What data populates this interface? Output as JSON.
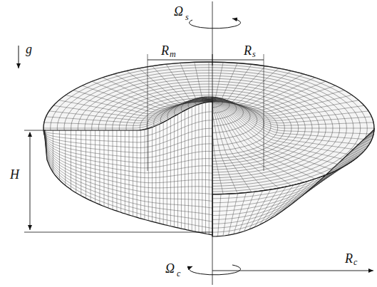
{
  "diagram": {
    "labels": [
      "Ω",
      "s",
      "R",
      "m",
      "R",
      "s",
      "g",
      "H",
      "Ω",
      "c",
      "R",
      "c"
    ]
  }
}
